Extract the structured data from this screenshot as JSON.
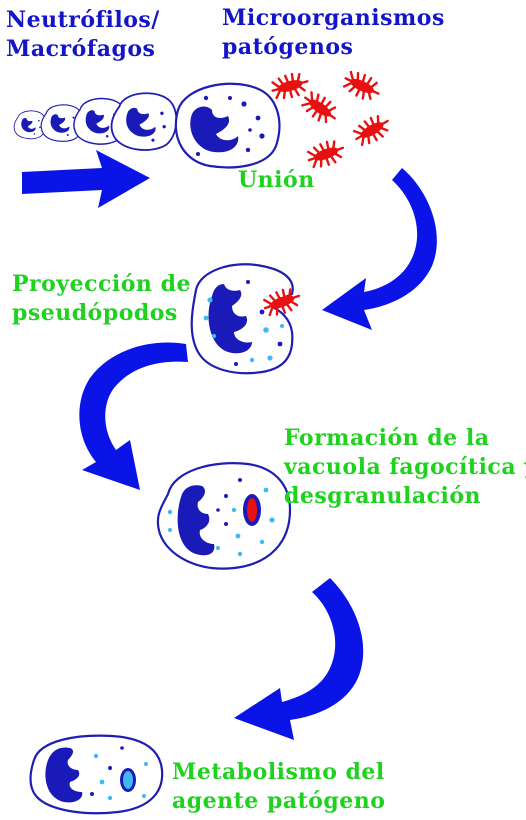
{
  "labels": {
    "cells": [
      "Neutrófilos/",
      "Macrófagos"
    ],
    "microbes": [
      "Microorganismos",
      "patógenos"
    ],
    "binding": "Unión",
    "pseudopods": [
      "Proyección de",
      "pseudópodos"
    ],
    "vacuole": [
      "Formación de la",
      "vacuola fagocítica y",
      "desgranulación"
    ],
    "metabolism": [
      "Metabolismo del",
      "agente patógeno"
    ]
  },
  "colors": {
    "title_blue": "#1414c8",
    "step_green": "#1ed21e",
    "arrow_blue": "#0a14e6",
    "cell_outline": "#1e1eb4",
    "nucleus": "#1a1ab8",
    "granule": "#40b8f0",
    "pathogen": "#e81010"
  }
}
